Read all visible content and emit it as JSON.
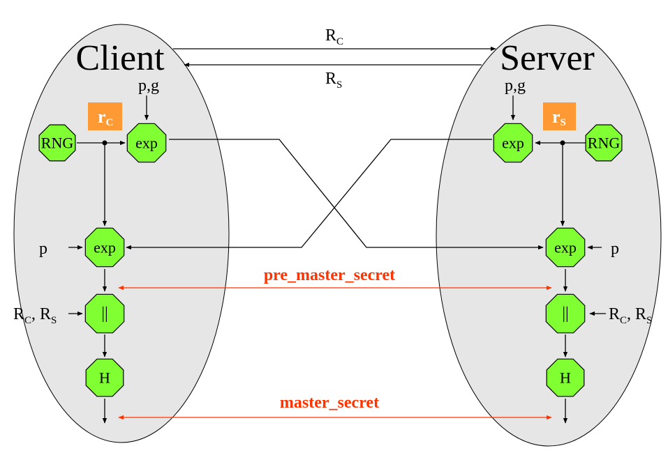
{
  "colors": {
    "ellipse_fill": "#e6e6e6",
    "node_fill": "#80ff33",
    "secret_box": "#ff9933",
    "shared_red": "#ff3300",
    "line": "#000000"
  },
  "client": {
    "title": "Client",
    "pg_label": "p,g",
    "secret": {
      "main": "r",
      "sub": "C"
    },
    "p_label": "p",
    "rand_label": {
      "r1": "R",
      "s1": "C",
      "mid": ", R",
      "s2": "S"
    }
  },
  "server": {
    "title": "Server",
    "pg_label": "p,g",
    "secret": {
      "main": "r",
      "sub": "S"
    },
    "p_label": "p",
    "rand_label": {
      "r1": "R",
      "s1": "C",
      "mid": ", R",
      "s2": "S"
    }
  },
  "messages": {
    "rc": {
      "main": "R",
      "sub": "C"
    },
    "rs": {
      "main": "R",
      "sub": "S"
    }
  },
  "nodes": {
    "rng": "RNG",
    "exp": "exp",
    "concat": "||",
    "hash": "H"
  },
  "shared": {
    "pre_master": "pre_master_secret",
    "master": "master_secret"
  }
}
